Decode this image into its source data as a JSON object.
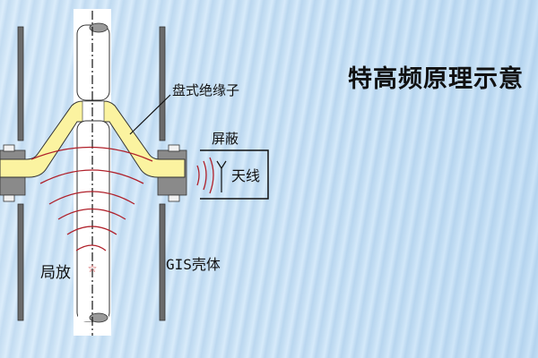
{
  "title": "特高频原理示意",
  "labels": {
    "insulator": "盘式绝缘子",
    "shield": "屏蔽",
    "antenna": "天线",
    "partial_discharge": "局放",
    "gis_shell": "GIS壳体"
  },
  "colors": {
    "background": "#c4def3",
    "insulator": "#fbf3a0",
    "shell": "#6b6b6b",
    "flange": "#8a8a8a",
    "conductor": "#ffffff",
    "wave": "#b0202a",
    "text": "#111111"
  },
  "icons": {
    "discharge_point": "star-icon",
    "antenna": "antenna-icon"
  }
}
